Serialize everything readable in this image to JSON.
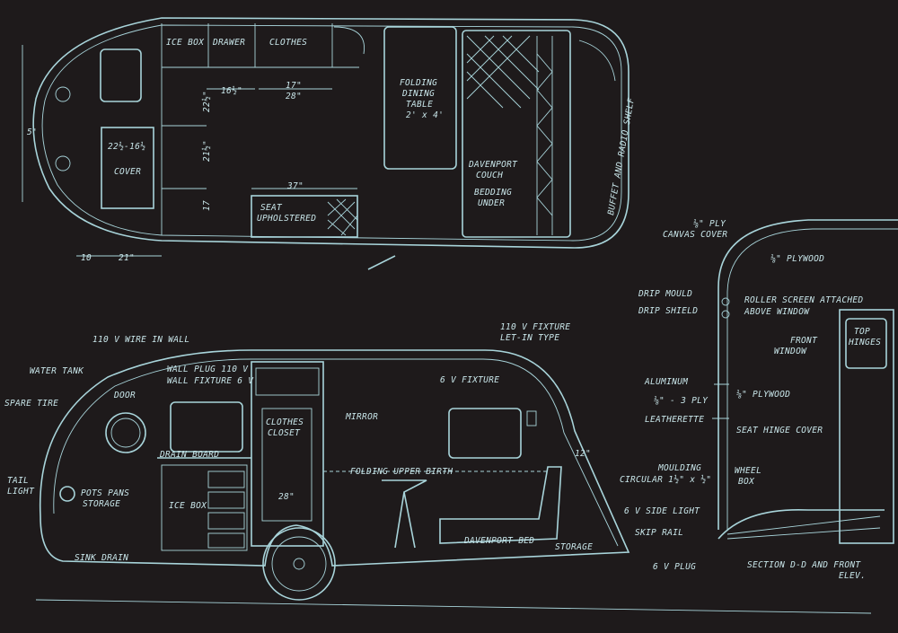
{
  "colors": {
    "background": "#1e1a1b",
    "line": "#a8d4da",
    "text": "#c9e6ea"
  },
  "plan": {
    "ice_box": "ICE BOX",
    "drawer": "DRAWER",
    "clothes": "CLOTHES",
    "folding_table": [
      "FOLDING",
      "DINING",
      "TABLE",
      "2' x 4'"
    ],
    "cover_size": "22½-16½",
    "cover": "COVER",
    "davenport": [
      "DAVENPORT",
      "COUCH",
      "BEDDING",
      "UNDER"
    ],
    "buffet": "BUFFET AND RADIO SHELF",
    "seat": [
      "SEAT",
      "UPHOLSTERED"
    ],
    "dims": {
      "d16": "16½\"",
      "d17": "17\"",
      "d28": "28\"",
      "d22": "22½\"",
      "d21": "21½\"",
      "d17b": "17",
      "d37": "37\"",
      "d10": "10",
      "d21b": "21\"",
      "d5": "5'"
    }
  },
  "elevation": {
    "wire": "110 V WIRE IN WALL",
    "water_tank": "WATER TANK",
    "wall_plug": "WALL PLUG 110 V",
    "wall_fixture": "WALL FIXTURE 6 V",
    "door": "DOOR",
    "spare_tire": "SPARE TIRE",
    "tail_light": [
      "TAIL",
      "LIGHT"
    ],
    "pots_pans": [
      "POTS PANS",
      "STORAGE"
    ],
    "drain_board": "DRAIN BOARD",
    "ice_box": "ICE BOX",
    "sink_drain": "SINK DRAIN",
    "clothes_closet": [
      "CLOTHES",
      "CLOSET"
    ],
    "mirror": "MIRROR",
    "fixture_110": [
      "110 V FIXTURE",
      "LET-IN TYPE"
    ],
    "fixture_6v": "6 V FIXTURE",
    "upper_berth": "FOLDING UPPER BIRTH",
    "d12": "12\"",
    "d28": "28\"",
    "davenport_bed": "DAVENPORT BED",
    "storage": "STORAGE",
    "plug_6v": "6 V PLUG",
    "side_light": "6 V SIDE LIGHT",
    "skid_rail": "SKIP RAIL",
    "moulding": [
      "MOULDING",
      "CIRCULAR 1½\" x ½\""
    ]
  },
  "section": {
    "canvas_ply": "⅛\" PLY",
    "canvas_cover": "CANVAS COVER",
    "plywood_top": "⅛\" PLYWOOD",
    "drip_mould": "DRIP MOULD",
    "drip_shield": "DRIP SHIELD",
    "roller": [
      "ROLLER SCREEN ATTACHED",
      "ABOVE WINDOW"
    ],
    "front_window": [
      "FRONT",
      "WINDOW"
    ],
    "top_hinges": [
      "TOP",
      "HINGES"
    ],
    "aluminum": "ALUMINUM",
    "ply_3": "⅛\" - 3 PLY",
    "plywood_mid": "⅛\" PLYWOOD",
    "leatherette": "LEATHERETTE",
    "seat_hinge": "SEAT HINGE COVER",
    "wheel_box": [
      "WHEEL",
      "BOX"
    ],
    "caption": [
      "SECTION D-D AND FRONT",
      "ELEV."
    ]
  }
}
